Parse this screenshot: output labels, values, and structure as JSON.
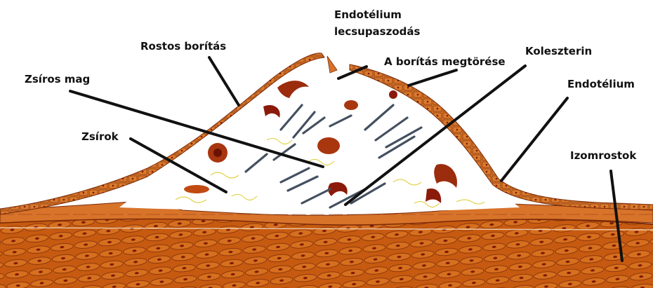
{
  "labels": {
    "endothelium_denudation_line1": "Endotélium",
    "endothelium_denudation_line2": "lecsupaszodás",
    "fibrous_cap": "Rostos borítás",
    "cap_rupture": "A borítás megtörése",
    "cholesterol": "Koleszterin",
    "fatty_core": "Zsíros mag",
    "endothelium": "Endotélium",
    "lipids": "Zsírok",
    "muscle_fibers": "Izomrostok"
  },
  "colors": {
    "muscle_base": "#c65a10",
    "muscle_dark": "#8a2c08",
    "cap_fill": "#d9792a",
    "cell_red": "#8b1a0a",
    "lipid_yellow": "#e2d24a",
    "leader": "#111111",
    "crystal": "#556070"
  }
}
